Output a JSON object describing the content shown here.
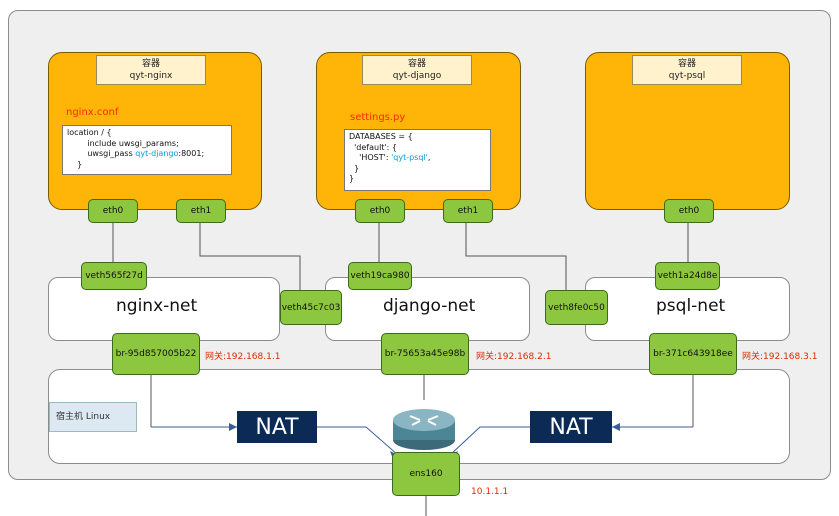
{
  "containers": [
    {
      "label": "容器",
      "name": "qyt-nginx"
    },
    {
      "label": "容器",
      "name": "qyt-django"
    },
    {
      "label": "容器",
      "name": "qyt-psql"
    }
  ],
  "configs": {
    "nginx": {
      "file": "nginx.conf",
      "line1": "location / {",
      "line2": "        include uwsgi_params;",
      "line3_a": "        uwsgi_pass ",
      "line3_b": "qyt-django",
      "line3_c": ":8001;",
      "line4": "    }"
    },
    "django": {
      "file": "settings.py",
      "line1": "DATABASES = {",
      "line2": "  'default': {",
      "line3_a": "    'HOST': ",
      "line3_b": "'qyt-psql'",
      "line3_c": ",",
      "line4": "  }",
      "line5": "}"
    }
  },
  "interfaces": {
    "nginx_eth0": "eth0",
    "nginx_eth1": "eth1",
    "django_eth0": "eth0",
    "django_eth1": "eth1",
    "psql_eth0": "eth0"
  },
  "veths": {
    "nginx": "veth565f27d",
    "django_a": "veth45c7c03",
    "django_b": "veth19ca980",
    "psql_a": "veth8fe0c50",
    "psql_b": "veth1a24d8e"
  },
  "networks": {
    "nginx": "nginx-net",
    "django": "django-net",
    "psql": "psql-net"
  },
  "bridges": [
    {
      "name": "br-95d857005b22",
      "gateway": "网关:192.168.1.1"
    },
    {
      "name": "br-75653a45e98b",
      "gateway": "网关:192.168.2.1"
    },
    {
      "name": "br-371c643918ee",
      "gateway": "网关:192.168.3.1"
    }
  ],
  "host": {
    "label": "宿主机 Linux"
  },
  "nat": [
    "NAT",
    "NAT"
  ],
  "uplink": {
    "iface": "ens160",
    "ip": "10.1.1.1"
  },
  "colors": {
    "container": "#ffb508",
    "iface": "#8dc63f",
    "nat": "#0b2a55",
    "gateway": "#e02a00"
  }
}
